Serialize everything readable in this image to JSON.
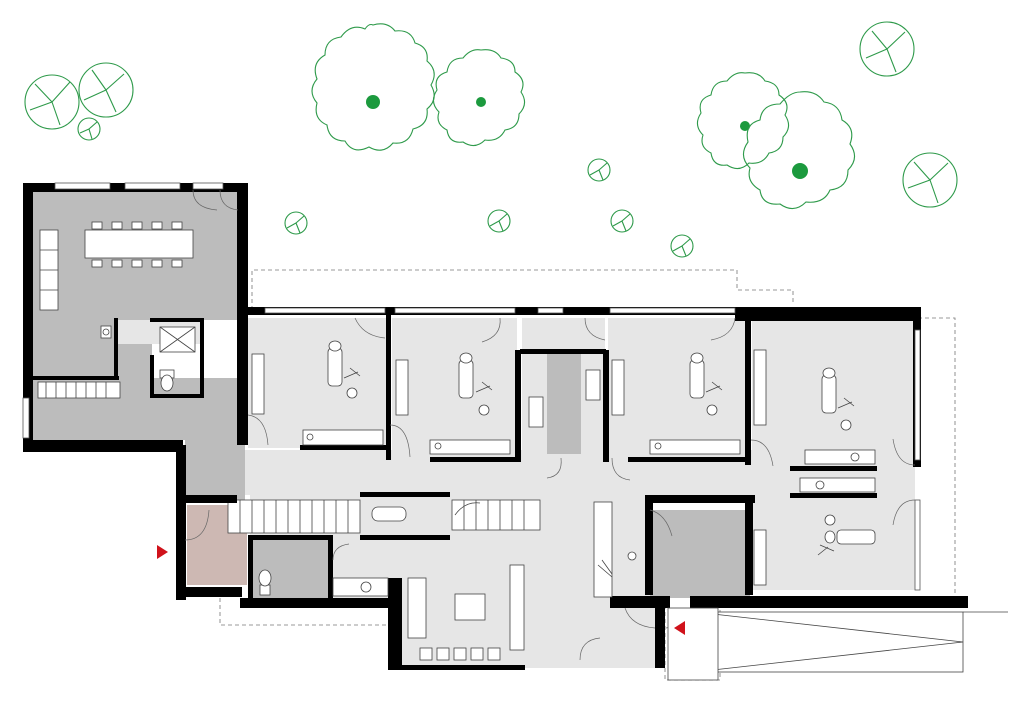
{
  "drawing": {
    "type": "floor plan",
    "colors": {
      "tree": "#2e9a4a",
      "tree_center": "#1c9a3e",
      "floor": "#e6e6e6",
      "floor_dark": "#bcbcbc",
      "entrance_vestibule": "#cdb8b3",
      "wall": "#000000",
      "entrance_marker": "#d0121b"
    },
    "entrance_markers": 2,
    "treatment_rooms": 5,
    "icons": [
      "tree-icon",
      "shrub-icon",
      "dental-chair-icon",
      "toilet-icon",
      "sink-icon",
      "stairs-icon",
      "entrance-arrow-icon"
    ]
  }
}
